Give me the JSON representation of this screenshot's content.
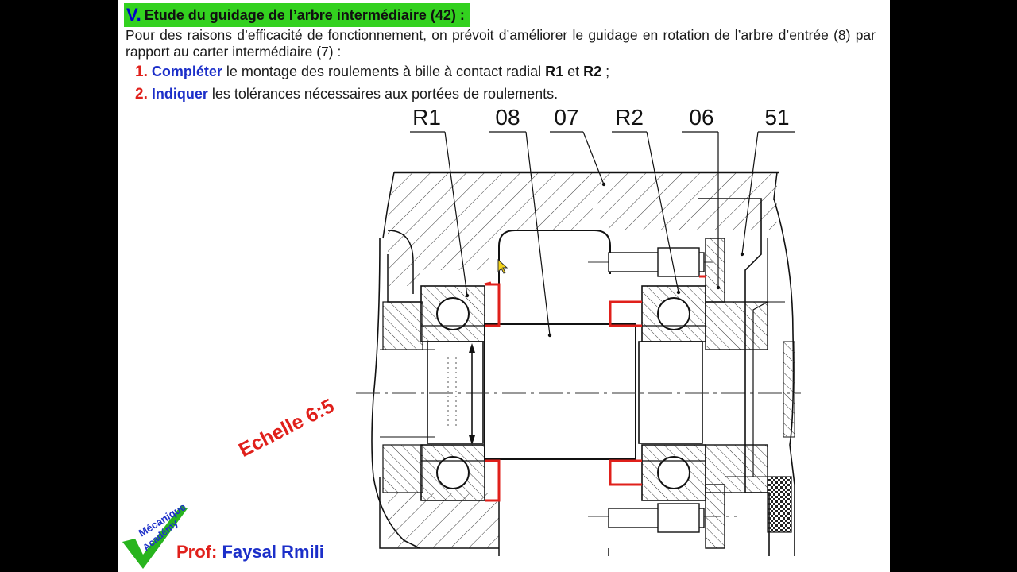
{
  "section": {
    "number": "V.",
    "title": "Etude du guidage de l’arbre intermédiaire (42) :"
  },
  "intro": "Pour des raisons d’efficacité de fonctionnement, on prévoit d’améliorer le guidage en rotation de l’arbre d’entrée (8) par rapport au carter intermédiaire (7) :",
  "questions": [
    {
      "number": "1.",
      "verb": "Compléter",
      "text": " le montage des roulements à bille à contact radial ",
      "ref1": "R1",
      "joiner": " et ",
      "ref2": "R2",
      "tail": " ;"
    },
    {
      "number": "2.",
      "verb": "Indiquer",
      "text": " les tolérances nécessaires aux portées de roulements."
    }
  ],
  "drawing": {
    "labels": [
      "R1",
      "08",
      "07",
      "R2",
      "06",
      "51"
    ],
    "scale": "Echelle 6:5"
  },
  "logo": {
    "line1": "Mécanique",
    "line2": "Académy"
  },
  "author": {
    "prefix": "Prof:",
    "name": "Faysal Rmili"
  },
  "colors": {
    "title_highlight": "#33d11f",
    "question_number": "#e0201b",
    "question_verb": "#1c2fc9",
    "tolerance_marks": "#e0201b",
    "scale_text": "#e0201b",
    "author_prefix": "#e0201b",
    "author_name": "#1c2fc9"
  },
  "icons": [
    "mouse-pointer-icon",
    "checkmark-logo-icon"
  ]
}
